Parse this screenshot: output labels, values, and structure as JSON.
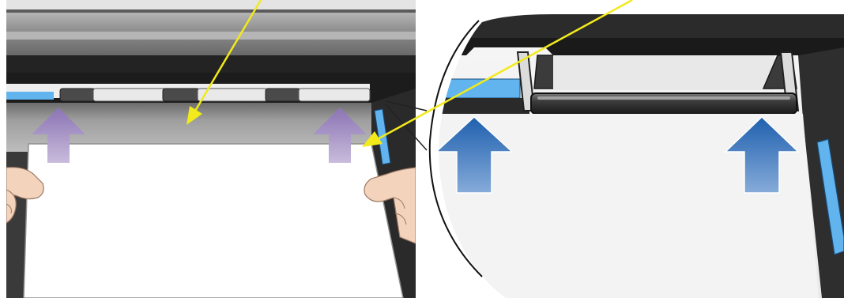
{
  "figure": {
    "panels": [
      {
        "id": "printer-front",
        "subject": "printer-paper-path",
        "paper_color": "#ffffff",
        "arrow_color": "#a38fc0"
      },
      {
        "id": "detail-zoom",
        "subject": "pinch-roller-detail",
        "arrow_color": "#2f6fb7"
      }
    ],
    "icons": [
      "feed-arrow-icon",
      "callout-arrow-icon",
      "hand-icon"
    ],
    "colors": {
      "callout": "#f2ea1a",
      "slot_blue": "#62b4ee",
      "printer_dark": "#1d1d1d",
      "printer_mid": "#6e6e6e",
      "platen": "#9d9d9d",
      "skin": "#f4d3bd"
    }
  }
}
